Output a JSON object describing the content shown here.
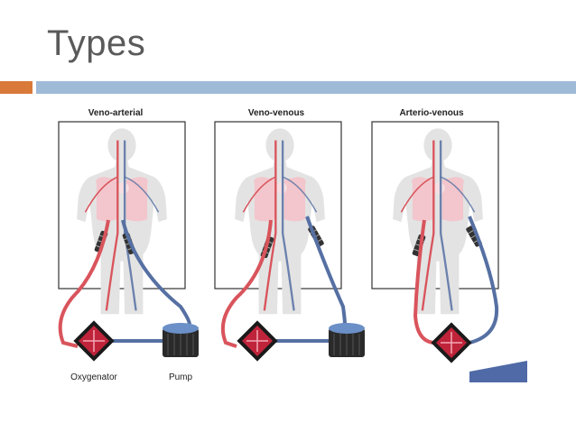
{
  "slide": {
    "title": "Types"
  },
  "panels": [
    {
      "title": "Veno-arterial"
    },
    {
      "title": "Veno-venous"
    },
    {
      "title": "Arterio-venous"
    }
  ],
  "labels": {
    "oxygenator": "Oxygenator",
    "pump": "Pump"
  },
  "colors": {
    "accent": "#d97a3a",
    "bar": "#9fbad6",
    "arterial": "#d9545c",
    "venous": "#5670a3",
    "oxygenator": "#c0243a"
  }
}
